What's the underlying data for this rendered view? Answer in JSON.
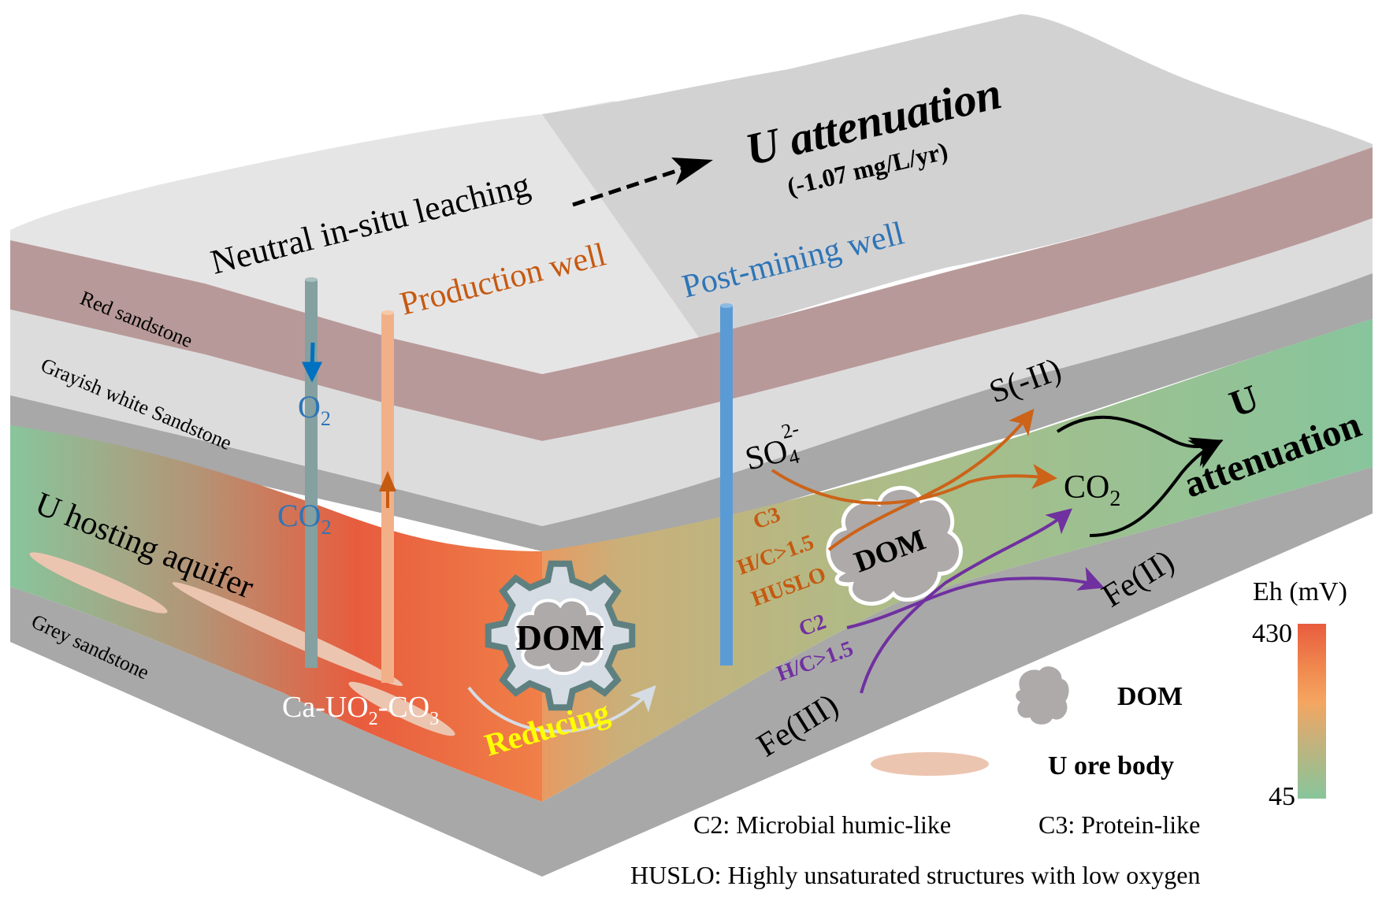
{
  "figure": {
    "title": "U attenuation",
    "rate": "(-1.07 mg/L/yr)",
    "process_label": "Neutral in-situ leaching",
    "production_well_label": "Production well",
    "post_mining_well_label": "Post-mining well"
  },
  "layers": {
    "red_sandstone": "Red sandstone",
    "grayish_white_sandstone": "Grayish white Sandstone",
    "aquifer": "U hosting aquifer",
    "grey_sandstone": "Grey sandstone"
  },
  "left_block": {
    "o2": "O",
    "o2_sub": "2",
    "co2": "CO",
    "co2_sub": "2",
    "uranyl": "Ca-UO",
    "uranyl_sub1": "2",
    "uranyl_mid": "-CO",
    "uranyl_sub2": "3",
    "gear_label": "DOM",
    "reducing": "Reducing"
  },
  "right_block": {
    "so4": "SO",
    "so4_sub": "4",
    "so4_sup": "2-",
    "s_minus2": "S(-II)",
    "co2": "CO",
    "co2_sub": "2",
    "fe3": "Fe(III)",
    "fe2": "Fe(II)",
    "dom": "DOM",
    "c3_lines": [
      "C3",
      "H/C>1.5",
      "HUSLO"
    ],
    "c2_lines": [
      "C2",
      "H/C>1.5"
    ],
    "u_line1": "U",
    "u_line2": "attenuation"
  },
  "legend": {
    "dom": "DOM",
    "ore": "U ore body",
    "c2_def": "C2: Microbial humic-like",
    "c3_def": "C3: Protein-like",
    "huslo_def": "HUSLO: Highly unsaturated structures with low oxygen"
  },
  "colorbar": {
    "title": "Eh (mV)",
    "max_label": "430",
    "min_label": "45",
    "max": 430,
    "min": 45,
    "stops": [
      "#e85c3e",
      "#f0884e",
      "#f5a661",
      "#c9b07a",
      "#a9bb88",
      "#88c59c"
    ]
  },
  "colors": {
    "top_surface_left": "#e6e5e6",
    "top_surface_right": "#d3d2d3",
    "red_sandstone": "#b89999",
    "grayish_white": "#dcdcdc",
    "grey": "#a8a8a8",
    "injection_well": "#84a0a0",
    "production_well": "#f2b088",
    "post_mining_well": "#5b9bd5",
    "orange_pathway": "#cc6319",
    "purple_pathway": "#7030a0",
    "blue_text": "#2e75b6",
    "reducing_text": "#ffff00",
    "ore_body": "#ecc5b0",
    "dom_cloud": "#aeaaaa",
    "gear_fill": "#d6dce4",
    "gear_stroke": "#5f8080"
  }
}
